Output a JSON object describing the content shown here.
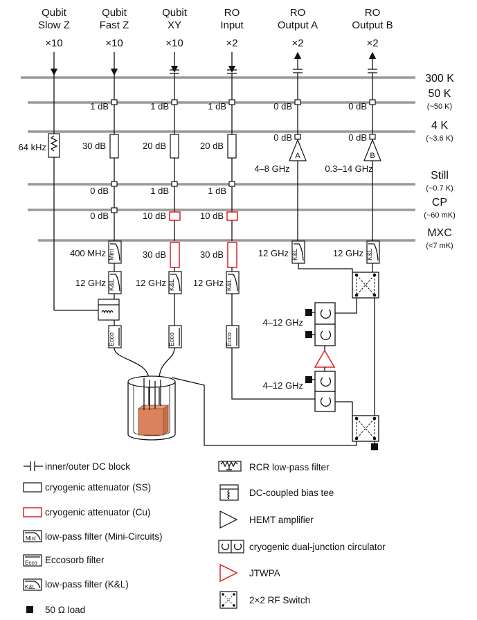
{
  "lines": [
    {
      "top": "Qubit",
      "bottom": "Slow Z",
      "count": "×10"
    },
    {
      "top": "Qubit",
      "bottom": "Fast Z",
      "count": "×10"
    },
    {
      "top": "Qubit",
      "bottom": "XY",
      "count": "×10"
    },
    {
      "top": "RO",
      "bottom": "Input",
      "count": "×2"
    },
    {
      "top": "RO",
      "bottom": "Output A",
      "count": "×2"
    },
    {
      "top": "RO",
      "bottom": "Output B",
      "count": "×2"
    }
  ],
  "stages": [
    {
      "name": "300 K",
      "temp": ""
    },
    {
      "name": "50 K",
      "temp": "(~50 K)"
    },
    {
      "name": "4 K",
      "temp": "(~3.6 K)"
    },
    {
      "name": "Still",
      "temp": "(~0.7 K)"
    },
    {
      "name": "CP",
      "temp": "(~60 mK)"
    },
    {
      "name": "MXC",
      "temp": "(<7 mK)"
    }
  ],
  "labels": {
    "rcr_freq": "64 kHz",
    "att_50k": [
      "1 dB",
      "1 dB",
      "1 dB",
      "0 dB",
      "0 dB"
    ],
    "att_4k": [
      "30 dB",
      "20 dB",
      "20 dB",
      "0 dB",
      "0 dB"
    ],
    "amp_a": "A",
    "amp_b": "B",
    "band_a": "4–8 GHz",
    "band_b": "0.3–14 GHz",
    "att_still": [
      "0 dB",
      "1 dB",
      "1 dB"
    ],
    "att_cp": [
      "0 dB",
      "10 dB",
      "10 dB"
    ],
    "mini_freq": "400 MHz",
    "att_mxc": [
      "30 dB",
      "30 dB"
    ],
    "kl_mxc": [
      "12 GHz",
      "12 GHz"
    ],
    "kl_low": [
      "12 GHz",
      "12 GHz",
      "12 GHz"
    ],
    "circ_band_1": "4–12 GHz",
    "circ_band_2": "4–12 GHz",
    "mini_tag": "Mini",
    "kl_tag": "K&L",
    "ecco_tag": "Ecco"
  },
  "legend_left": [
    {
      "icon": "dc-block",
      "text": "inner/outer DC block"
    },
    {
      "icon": "attenuator-ss",
      "text": "cryogenic attenuator (SS)"
    },
    {
      "icon": "attenuator-cu",
      "text": "cryogenic attenuator (Cu)"
    },
    {
      "icon": "mini",
      "text": "low-pass filter (Mini-Circuits)"
    },
    {
      "icon": "ecco",
      "text": "Eccosorb filter"
    },
    {
      "icon": "kl",
      "text": "low-pass filter (K&L)"
    },
    {
      "icon": "load",
      "text": "50 Ω load"
    }
  ],
  "legend_right": [
    {
      "icon": "rcr",
      "text": "RCR low-pass filter"
    },
    {
      "icon": "bias-tee",
      "text": "DC-coupled bias tee"
    },
    {
      "icon": "hemt",
      "text": "HEMT amplifier"
    },
    {
      "icon": "circulator",
      "text": "cryogenic dual-junction circulator"
    },
    {
      "icon": "jtwpa",
      "text": "JTWPA"
    },
    {
      "icon": "switch",
      "text": "2×2 RF Switch"
    }
  ],
  "colors": {
    "plate": "#9a9a9a",
    "copper": "#d9825b",
    "red": "#e02020",
    "ink": "#111111"
  }
}
